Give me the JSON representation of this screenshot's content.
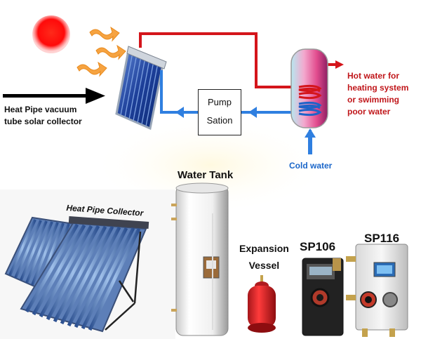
{
  "diagram": {
    "collector_label_line1": "Heat Pipe vacuum",
    "collector_label_line2": "tube solar collector",
    "pump_line1": "Pump",
    "pump_line2": "Sation",
    "hot_water_line1": "Hot water for",
    "hot_water_line2": "heating system",
    "hot_water_line3": "or swimming",
    "hot_water_line4": "poor water",
    "cold_water": "Cold water"
  },
  "products": {
    "heat_pipe_collector": "Heat Pipe Collector",
    "water_tank": "Water Tank",
    "expansion_line1": "Expansion",
    "expansion_line2": "Vessel",
    "sp106": "SP106",
    "sp116": "SP116"
  },
  "colors": {
    "hot_pipe": "#d4151b",
    "cold_pipe": "#2f7fe0",
    "sun": "#ff1a1a",
    "heat_arrow": "#f6a341"
  }
}
